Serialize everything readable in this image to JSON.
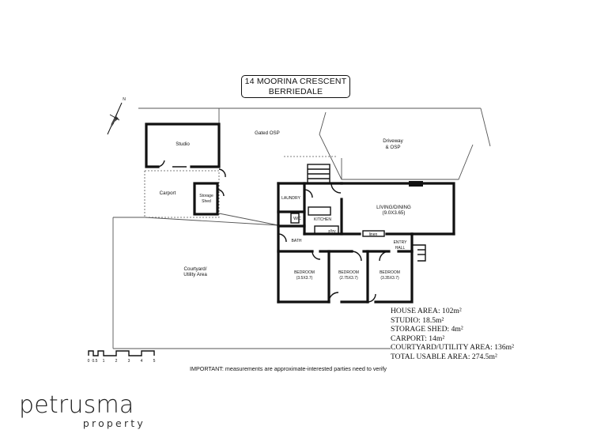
{
  "header": {
    "address_line1": "14 MOORINA CRESCENT",
    "address_line2": "BERRIEDALE"
  },
  "compass": {
    "label": "N"
  },
  "rooms": {
    "studio": "Studio",
    "gated_osp": "Gated OSP",
    "driveway": "Driveway",
    "driveway2": "& OSP",
    "carport": "Carport",
    "storage": "Storage",
    "storage2": "Shed",
    "laundry": "LAUNDRY",
    "wc": "W/C",
    "kitchen": "KITCHEN",
    "pantry": "p'try",
    "living": "LIVING/DINING",
    "living_dim": "(9.0X3.65)",
    "linen": "linen",
    "bath": "BATH",
    "entry": "ENTRY",
    "hall": "HALL",
    "courtyard": "Courtyard/",
    "courtyard2": "Utility Area",
    "bed1": "BEDROOM",
    "bed1_dim": "(3.5X3.7)",
    "bed2": "BEDROOM",
    "bed2_dim": "(2.75X3.7)",
    "bed3": "BEDROOM",
    "bed3_dim": "(3.35X3.7)"
  },
  "areas": [
    "HOUSE AREA: 102m²",
    "STUDIO: 18.5m²",
    "STORAGE SHED: 4m²",
    "CARPORT: 14m²",
    "COURTYARD/UTILITY AREA: 136m²",
    "TOTAL USABLE AREA: 274.5m²"
  ],
  "scale_labels": [
    "0",
    "0.5",
    "1",
    "2",
    "3",
    "4",
    "5"
  ],
  "important_note": "IMPORTANT: measurements are approximate-interested parties need to verify",
  "logo": {
    "main": "petrusma",
    "sub": "property"
  }
}
